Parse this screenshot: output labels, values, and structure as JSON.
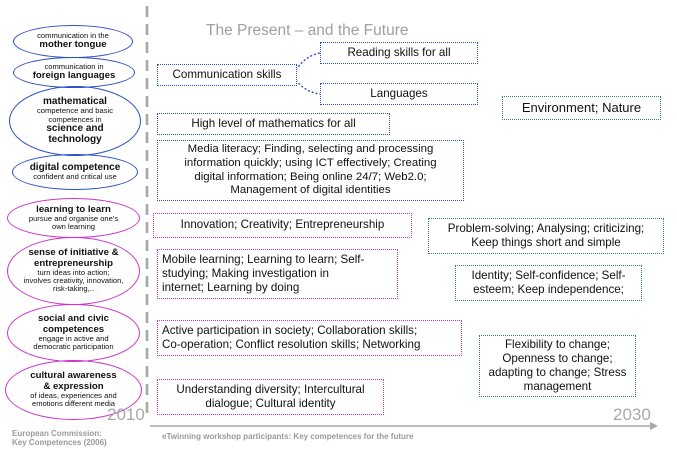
{
  "title": "The Present – and the Future",
  "years": {
    "start": "2010",
    "end": "2030"
  },
  "source_left": {
    "line1": "European Commission:",
    "line2": "Key Competences (2006)"
  },
  "source_bottom": "eTwinning workshop participants: Key competences for the future",
  "ovals": [
    {
      "small_top": "communication in the",
      "bold": "mother tongue",
      "small_bottom": ""
    },
    {
      "small_top": "communication in",
      "bold": "foreign languages",
      "small_bottom": ""
    },
    {
      "bold_top": "mathematical",
      "small": "competence and basic competences in",
      "bold_bottom": "science and technology"
    },
    {
      "bold": "digital competence",
      "small": "confident and critical use"
    },
    {
      "bold": "learning to learn",
      "small": "pursue and organise one's own learning"
    },
    {
      "bold": "sense of initiative & entrepreneurship",
      "small": "turn ideas into action; involves creativity, innovation, risk-taking,.."
    },
    {
      "bold": "social and civic competences",
      "small": "engage in active and democratic participation"
    },
    {
      "bold": "cultural awareness & expression",
      "small": "of ideas, experiences and emotions different media"
    }
  ],
  "boxes": {
    "reading": "Reading skills for all",
    "communication": "Communication skills",
    "languages": "Languages",
    "environment": "Environment; Nature",
    "maths": "High level of mathematics for all",
    "media": "Media literacy; Finding, selecting and processing\ninformation quickly; using ICT effectively; Creating\ndigital information; Being online 24/7;  Web2.0;\nManagement of digital identities",
    "innovation": "Innovation; Creativity; Entrepreneurship",
    "problem": "Problem-solving; Analysing; criticizing;\nKeep things short and simple",
    "mobile": "Mobile learning; Learning to learn; Self-\nstudying; Making investigation in\ninternet; Learning by doing",
    "identity": "Identity; Self-confidence; Self-\nesteem; Keep independence;",
    "participation": "Active participation in society; Collaboration skills;\nCo-operation; Conflict resolution skills; Networking",
    "flexibility": "Flexibility to change;\nOpenness to change;\nadapting to change; Stress\nmanagement",
    "diversity": "Understanding diversity; Intercultural\ndialogue; Cultural identity"
  },
  "colors": {
    "key_blue": "#2b4fc4",
    "key_pink": "#cc33cc",
    "future_green": "#2e8b57",
    "timeline_gray": "#a8a8a8"
  }
}
